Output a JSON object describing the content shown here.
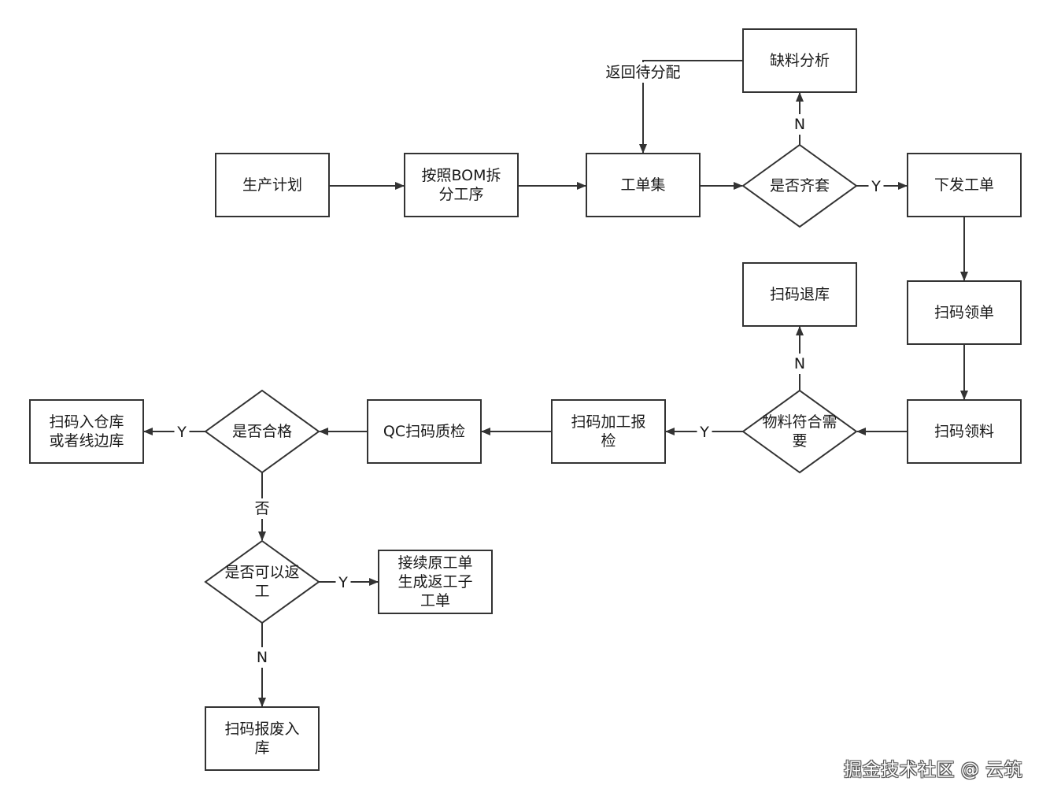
{
  "diagram": {
    "nodes": [
      {
        "id": "plan",
        "shape": "rect",
        "lines": [
          "生产计划"
        ]
      },
      {
        "id": "bom",
        "shape": "rect",
        "lines": [
          "按照BOM拆",
          "分工序"
        ]
      },
      {
        "id": "orders",
        "shape": "rect",
        "lines": [
          "工单集"
        ]
      },
      {
        "id": "complete",
        "shape": "diamond",
        "lines": [
          "是否齐套"
        ]
      },
      {
        "id": "shortage",
        "shape": "rect",
        "lines": [
          "缺料分析"
        ]
      },
      {
        "id": "issue",
        "shape": "rect",
        "lines": [
          "下发工单"
        ]
      },
      {
        "id": "scan_order",
        "shape": "rect",
        "lines": [
          "扫码领单"
        ]
      },
      {
        "id": "scan_material",
        "shape": "rect",
        "lines": [
          "扫码领料"
        ]
      },
      {
        "id": "material_ok",
        "shape": "diamond",
        "lines": [
          "物料符合需",
          "要"
        ]
      },
      {
        "id": "return_stock",
        "shape": "rect",
        "lines": [
          "扫码退库"
        ]
      },
      {
        "id": "process_report",
        "shape": "rect",
        "lines": [
          "扫码加工报",
          "检"
        ]
      },
      {
        "id": "qc",
        "shape": "rect",
        "lines": [
          "QC扫码质检"
        ]
      },
      {
        "id": "pass",
        "shape": "diamond",
        "lines": [
          "是否合格"
        ]
      },
      {
        "id": "stock_in",
        "shape": "rect",
        "lines": [
          "扫码入仓库",
          "或者线边库"
        ]
      },
      {
        "id": "rework",
        "shape": "diamond",
        "lines": [
          "是否可以返",
          "工"
        ]
      },
      {
        "id": "rework_order",
        "shape": "rect",
        "lines": [
          "接续原工单",
          "生成返工子",
          "工单"
        ]
      },
      {
        "id": "scrap",
        "shape": "rect",
        "lines": [
          "扫码报废入",
          "库"
        ]
      }
    ],
    "edges": [
      {
        "from": "plan",
        "to": "bom",
        "label": ""
      },
      {
        "from": "bom",
        "to": "orders",
        "label": ""
      },
      {
        "from": "orders",
        "to": "complete",
        "label": ""
      },
      {
        "from": "complete",
        "to": "issue",
        "label": "Y"
      },
      {
        "from": "complete",
        "to": "shortage",
        "label": "N"
      },
      {
        "from": "shortage",
        "to": "orders",
        "label": "返回待分配"
      },
      {
        "from": "issue",
        "to": "scan_order",
        "label": ""
      },
      {
        "from": "scan_order",
        "to": "scan_material",
        "label": ""
      },
      {
        "from": "scan_material",
        "to": "material_ok",
        "label": ""
      },
      {
        "from": "material_ok",
        "to": "return_stock",
        "label": "N"
      },
      {
        "from": "material_ok",
        "to": "process_report",
        "label": "Y"
      },
      {
        "from": "process_report",
        "to": "qc",
        "label": ""
      },
      {
        "from": "qc",
        "to": "pass",
        "label": ""
      },
      {
        "from": "pass",
        "to": "stock_in",
        "label": "Y"
      },
      {
        "from": "pass",
        "to": "rework",
        "label": "否"
      },
      {
        "from": "rework",
        "to": "rework_order",
        "label": "Y"
      },
      {
        "from": "rework",
        "to": "scrap",
        "label": "N"
      }
    ]
  },
  "watermark": "掘金技术社区 @ 云筑",
  "colors": {
    "stroke": "#333333",
    "fill": "#ffffff",
    "text": "#1a1a1a"
  }
}
